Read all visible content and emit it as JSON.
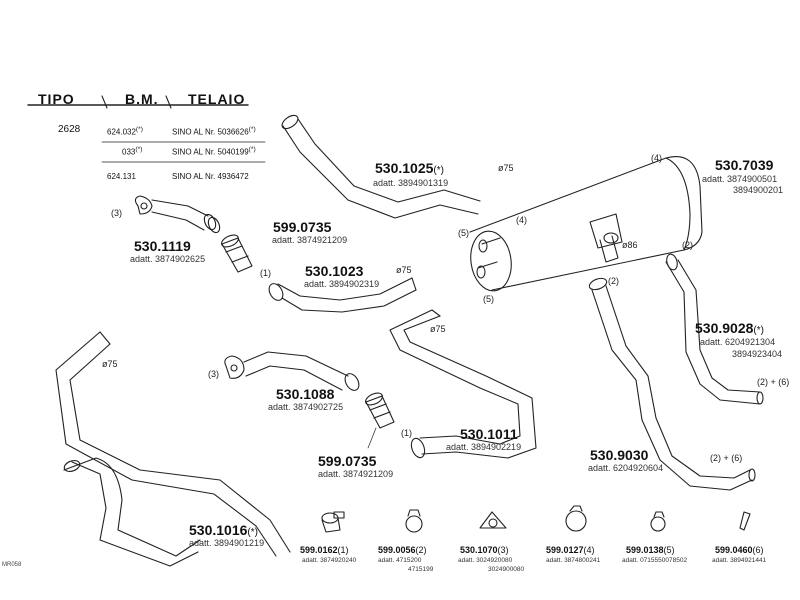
{
  "table": {
    "headers": [
      "TIPO",
      "B.M.",
      "TELAIO"
    ],
    "tipo": "2628",
    "rows": [
      {
        "bm": "624.032",
        "bm_mark": "(*)",
        "telaio": "SINO AL Nr. 5036626",
        "telaio_mark": "(*)"
      },
      {
        "bm": "033",
        "bm_mark": "(*)",
        "telaio": "SINO AL Nr. 5040199",
        "telaio_mark": "(*)"
      },
      {
        "bm": "624.131",
        "bm_mark": "",
        "telaio": "SINO AL Nr. 4936472",
        "telaio_mark": ""
      }
    ]
  },
  "parts": {
    "p5301025": {
      "number": "530.1025",
      "mark": "(*)",
      "adatt": "adatt. 3894901319"
    },
    "p5307039": {
      "number": "530.7039",
      "adatt1": "adatt. 3874900501",
      "adatt2": "3894900201"
    },
    "p5301119": {
      "number": "530.1119",
      "adatt": "adatt. 3874902625"
    },
    "p5990735a": {
      "number": "599.0735",
      "adatt": "adatt. 3874921209"
    },
    "p5301023": {
      "number": "530.1023",
      "adatt": "adatt. 3894902319"
    },
    "p5309028": {
      "number": "530.9028",
      "mark": "(*)",
      "adatt1": "adatt. 6204921304",
      "adatt2": "3894923404"
    },
    "p5301088": {
      "number": "530.1088",
      "adatt": "adatt. 3874902725"
    },
    "p5990735b": {
      "number": "599.0735",
      "adatt": "adatt. 3874921209"
    },
    "p5301011": {
      "number": "530.1011",
      "adatt": "adatt. 3894902219"
    },
    "p5309030": {
      "number": "530.9030",
      "adatt": "adatt. 6204920604"
    },
    "p5301016": {
      "number": "530.1016",
      "mark": "(*)",
      "adatt": "adatt. 3894901219"
    }
  },
  "notes": {
    "d75_a": "ø75",
    "d75_b": "ø75",
    "d75_c": "ø75",
    "d75_d": "ø75",
    "d86": "ø86",
    "n4a": "(4)",
    "n4b": "(4)",
    "n5a": "(5)",
    "n5b": "(5)",
    "n3a": "(3)",
    "n3b": "(3)",
    "n1a": "(1)",
    "n1b": "(1)",
    "n2a": "(2)",
    "n2b": "(2)",
    "n26a": "(2) + (6)",
    "n26b": "(2) + (6)"
  },
  "small_parts": [
    {
      "number": "599.0162",
      "qty": "(1)",
      "adatt": "adatt. 3874920240",
      "adatt2": "",
      "icon": "clamp-bracket-icon"
    },
    {
      "number": "599.0056",
      "qty": "(2)",
      "adatt": "adatt. 4715200",
      "adatt2": "4715199",
      "icon": "hose-clamp-icon"
    },
    {
      "number": "530.1070",
      "qty": "(3)",
      "adatt": "adatt. 3024920080",
      "adatt2": "3024900080",
      "icon": "gasket-icon"
    },
    {
      "number": "599.0127",
      "qty": "(4)",
      "adatt": "adatt. 3874800241",
      "adatt2": "",
      "icon": "band-clamp-icon"
    },
    {
      "number": "599.0138",
      "qty": "(5)",
      "adatt": "adatt. 0715550078502",
      "adatt2": "",
      "icon": "pipe-clamp-icon"
    },
    {
      "number": "599.0460",
      "qty": "(6)",
      "adatt": "adatt. 3894921441",
      "adatt2": "",
      "icon": "hanger-icon"
    }
  ],
  "watermark": "MR058"
}
